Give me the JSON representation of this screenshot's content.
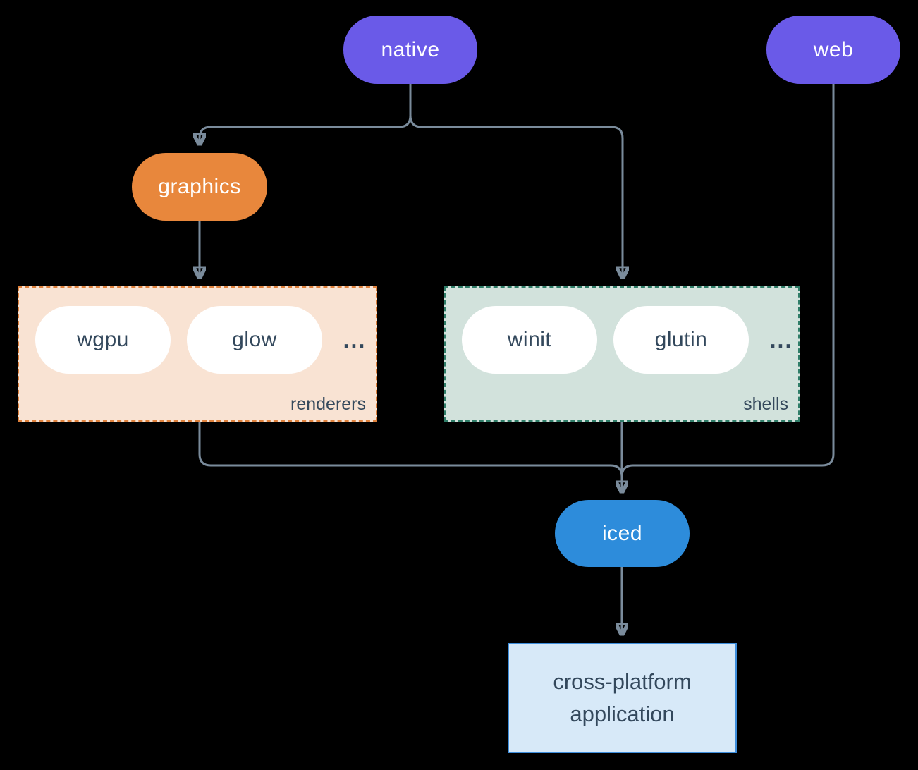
{
  "nodes": {
    "native": {
      "label": "native"
    },
    "web": {
      "label": "web"
    },
    "graphics": {
      "label": "graphics"
    },
    "iced": {
      "label": "iced"
    },
    "application": {
      "line1": "cross-platform",
      "line2": "application"
    }
  },
  "groups": {
    "renderers": {
      "label": "renderers",
      "items": [
        "wgpu",
        "glow"
      ],
      "ellipsis": "..."
    },
    "shells": {
      "label": "shells",
      "items": [
        "winit",
        "glutin"
      ],
      "ellipsis": "..."
    }
  },
  "edges": [
    {
      "from": "native",
      "to": "graphics"
    },
    {
      "from": "native",
      "to": "shells"
    },
    {
      "from": "graphics",
      "to": "renderers"
    },
    {
      "from": "renderers",
      "to": "iced"
    },
    {
      "from": "shells",
      "to": "iced"
    },
    {
      "from": "web",
      "to": "iced"
    },
    {
      "from": "iced",
      "to": "application"
    }
  ],
  "colors": {
    "background": "#000000",
    "purple": "#6A5AE8",
    "orange": "#E8873C",
    "blue": "#2D8CDB",
    "pill_white": "#FFFFFF",
    "renderers_fill": "#F9E3D3",
    "renderers_border": "#DF813C",
    "shells_fill": "#D2E2DC",
    "shells_border": "#2F7D68",
    "application_fill": "#D7E9F8",
    "application_border": "#3E8EDC",
    "edge_line": "#7A8B9B",
    "text_dark": "#33485C",
    "text_light": "#FFFFFF"
  }
}
